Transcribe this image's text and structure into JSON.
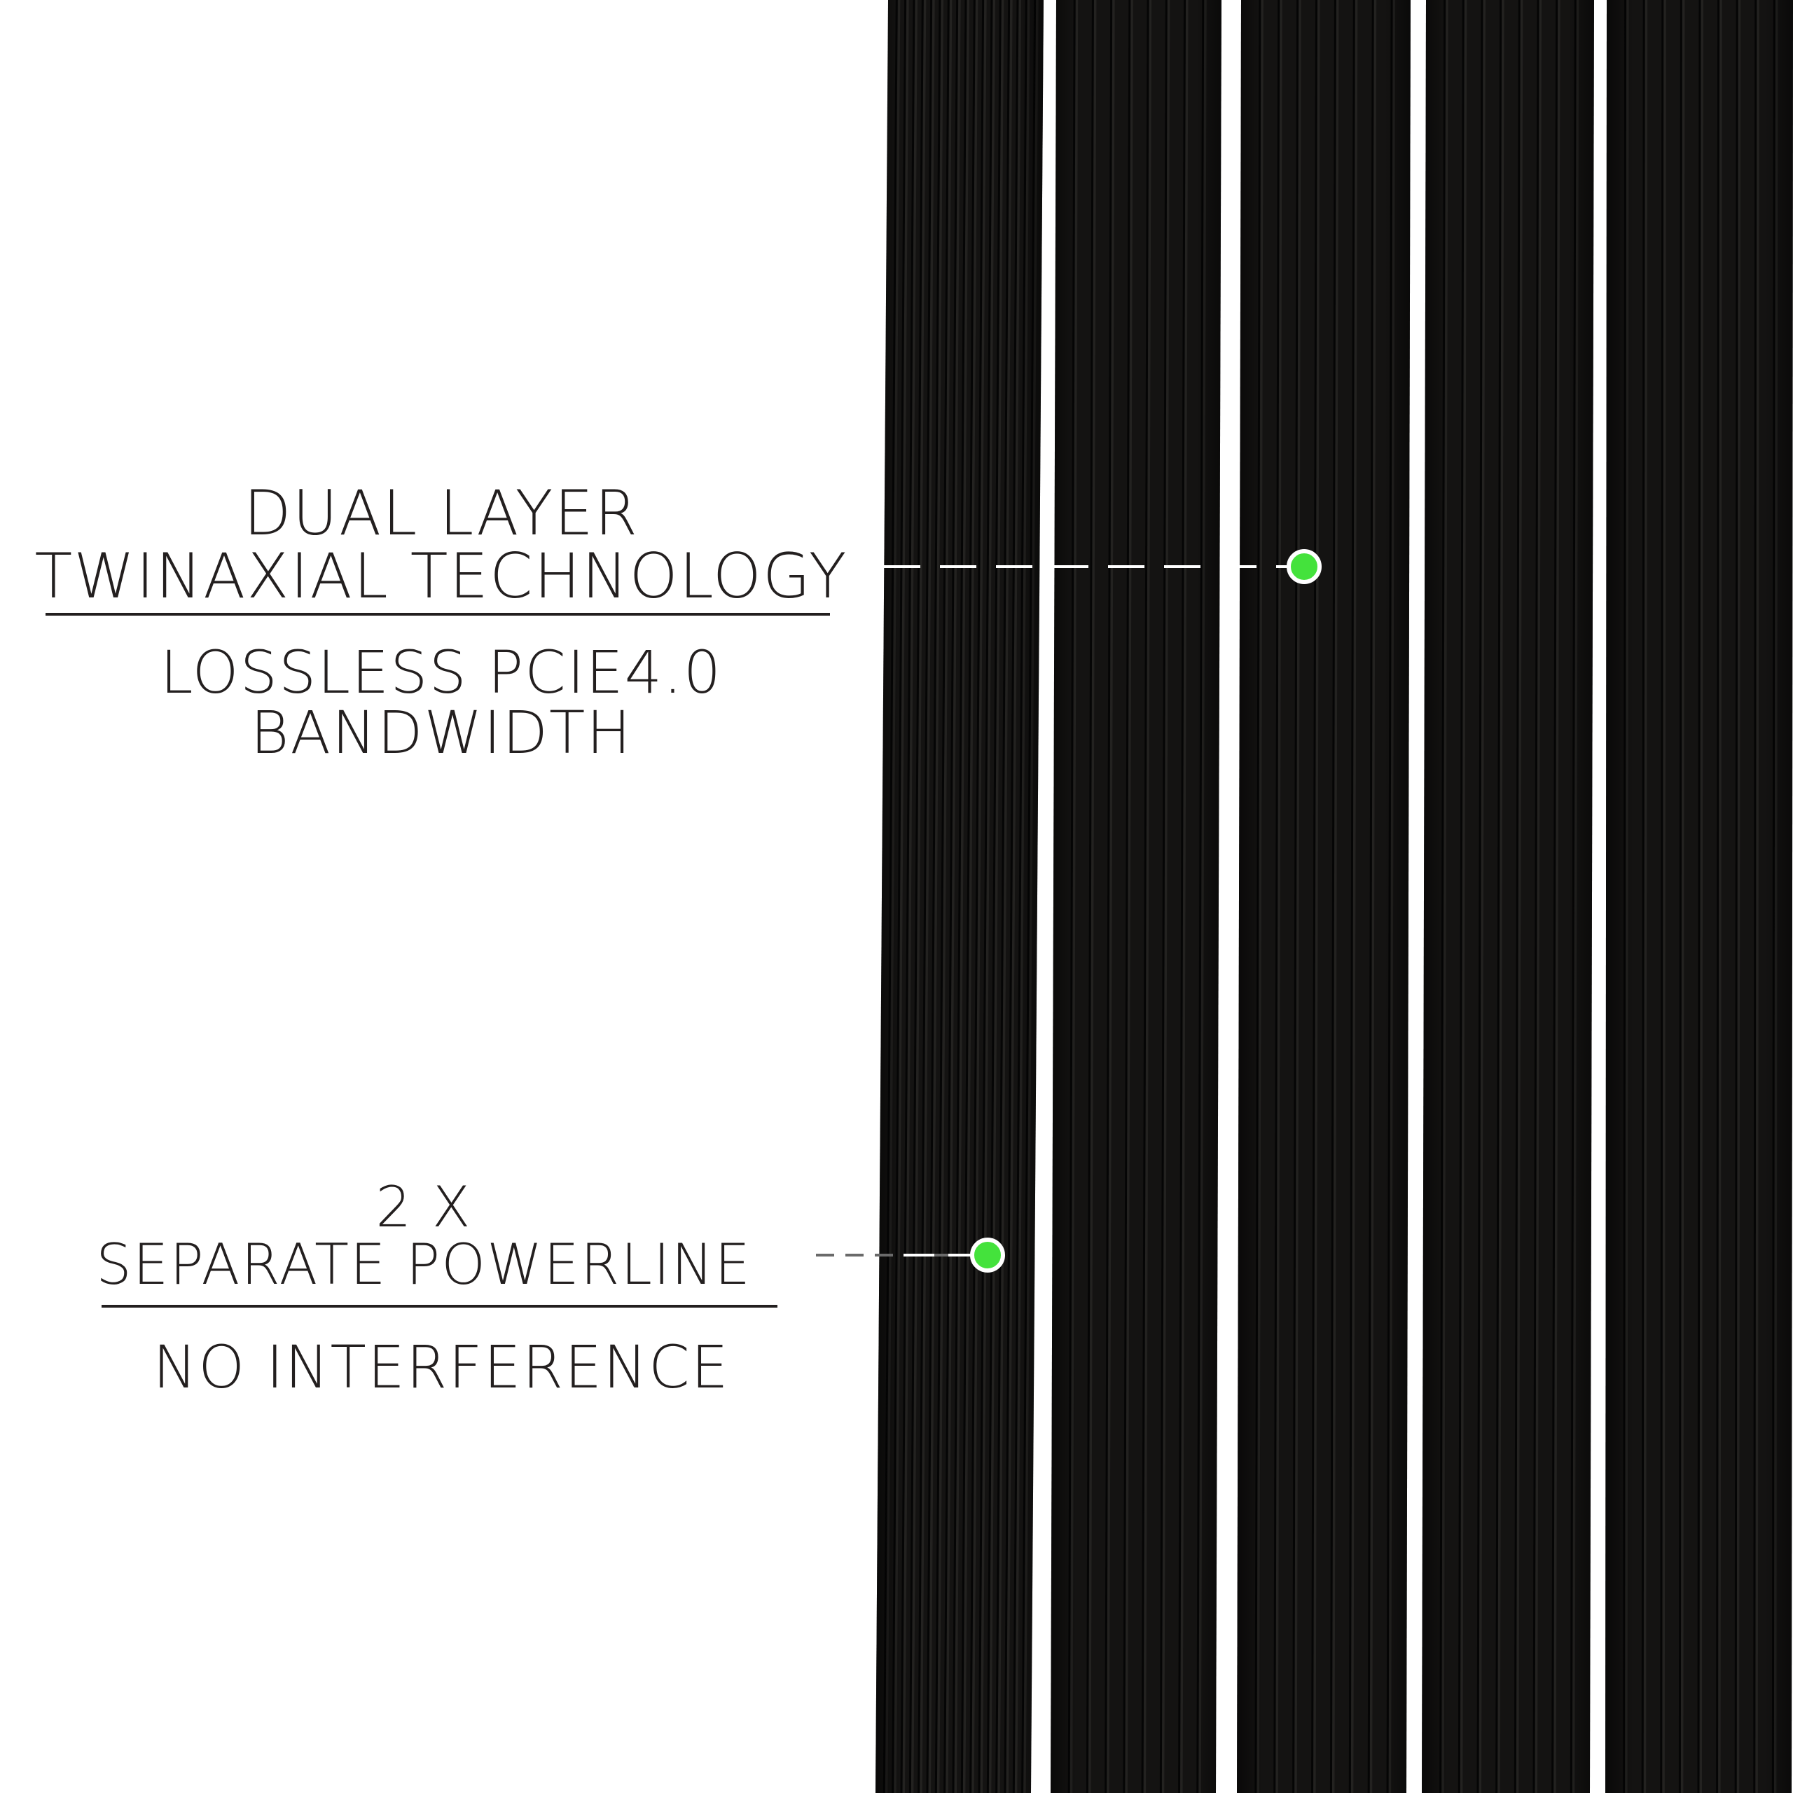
{
  "callouts": [
    {
      "heading": [
        "DUAL LAYER",
        "TWINAXIAL TECHNOLOGY"
      ],
      "subtext": [
        "LOSSLESS PCIE4.0",
        "BANDWIDTH"
      ]
    },
    {
      "heading": [
        "2 X",
        "SEPARATE POWERLINE"
      ],
      "subtext": [
        "NO INTERFERENCE"
      ]
    }
  ],
  "colors": {
    "background": "#ffffff",
    "text": "#231f1f",
    "cable": "#141312",
    "cable_ridge": "#232220",
    "cable_groove": "#050505",
    "marker": "#44e23c",
    "leader_line": "#ffffff"
  },
  "subject": {
    "cable_count": 5,
    "icon": "ribbon-cable-photo"
  }
}
